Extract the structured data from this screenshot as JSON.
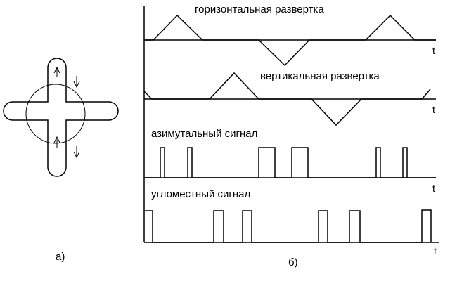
{
  "panel_a": {
    "caption": "а)"
  },
  "panel_b": {
    "caption": "б)",
    "axis_symbol": "t",
    "tracks": [
      {
        "id": "horizontal-sweep",
        "label": "горизонтальная  развертка"
      },
      {
        "id": "vertical-sweep",
        "label": "вертикальная  развертка"
      },
      {
        "id": "azimuth-signal",
        "label": "азимутальный  сигнал"
      },
      {
        "id": "elevation-signal",
        "label": "угломестный  сигнал"
      }
    ]
  }
}
